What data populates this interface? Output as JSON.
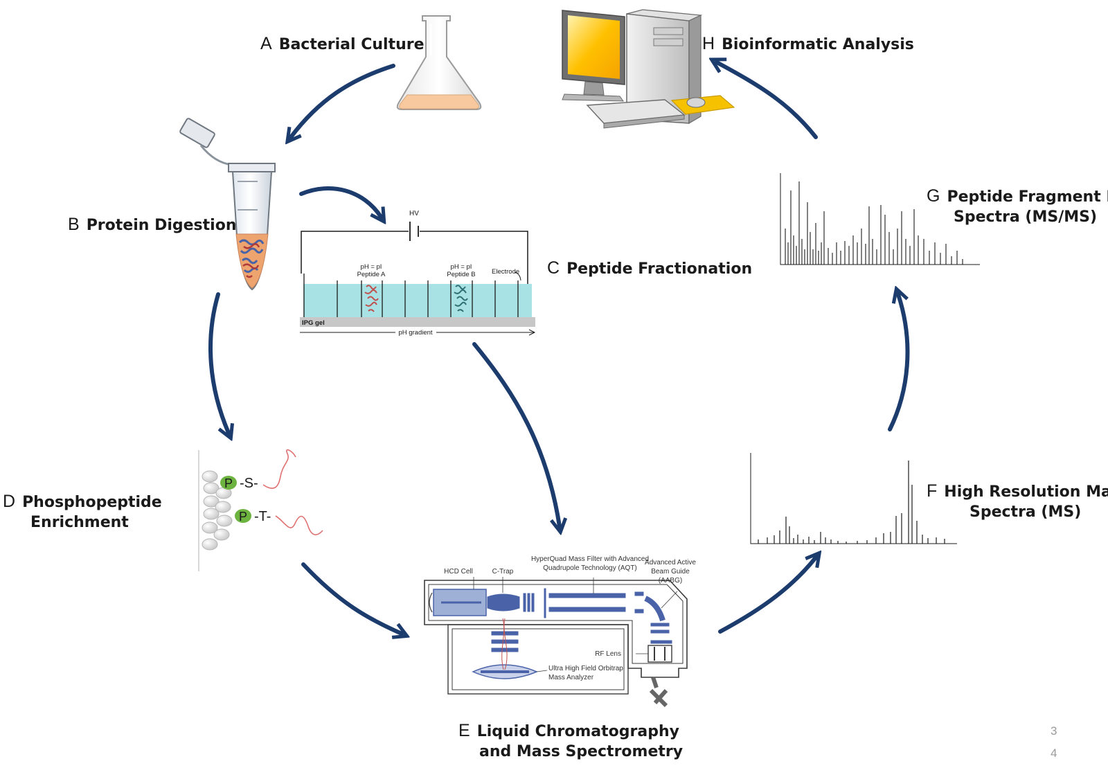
{
  "steps": {
    "A": {
      "letter": "A",
      "title": "Bacterial Culture"
    },
    "B": {
      "letter": "B",
      "title": "Protein Digestion"
    },
    "C": {
      "letter": "C",
      "title": "Peptide Fractionation"
    },
    "D": {
      "letter": "D",
      "title_line1": "Phosphopeptide",
      "title_line2": "Enrichment"
    },
    "E": {
      "letter": "E",
      "title_line1": "Liquid Chromatography",
      "title_line2": "and Mass Spectrometry"
    },
    "F": {
      "letter": "F",
      "title_line1": "High Resolution Mass",
      "title_line2": "Spectra (MS)"
    },
    "G": {
      "letter": "G",
      "title_line1": "Peptide Fragment Ion",
      "title_line2": "Spectra (MS/MS)"
    },
    "H": {
      "letter": "H",
      "title": "Bioinformatic Analysis"
    }
  },
  "fractionation": {
    "hv": "HV",
    "peptide_a_line1": "pH = pI",
    "peptide_a_line2": "Peptide A",
    "peptide_b_line1": "pH = pI",
    "peptide_b_line2": "Peptide B",
    "electrode": "Electrode",
    "ipg_gel": "IPG gel",
    "ph_gradient": "pH gradient"
  },
  "enrichment": {
    "p1": "P",
    "s": "-S-",
    "p2": "P",
    "t": "-T-"
  },
  "instrument": {
    "hcd_cell": "HCD Cell",
    "c_trap": "C-Trap",
    "hyperquad_line1": "HyperQuad Mass Filter with Advanced",
    "hyperquad_line2": "Quadrupole Technology (AQT)",
    "aabg_line1": "Advanced Active",
    "aabg_line2": "Beam Guide",
    "aabg_line3": "(AABG)",
    "rf_lens": "RF Lens",
    "orbitrap_line1": "Ultra High Field Orbitrap",
    "orbitrap_line2": "Mass Analyzer"
  },
  "colors": {
    "arrow": "#1c3c6e",
    "gel_fill": "#a9e2e4",
    "peptide_a": "#c0504d",
    "peptide_b": "#2e6f74",
    "phospho_green": "#6db33f",
    "instrument_blue": "#4a63a8",
    "culture_fill": "#f8c99e",
    "screen_yellow": "#ffc000"
  },
  "page_number_line1": "3",
  "page_number_line2": "4"
}
